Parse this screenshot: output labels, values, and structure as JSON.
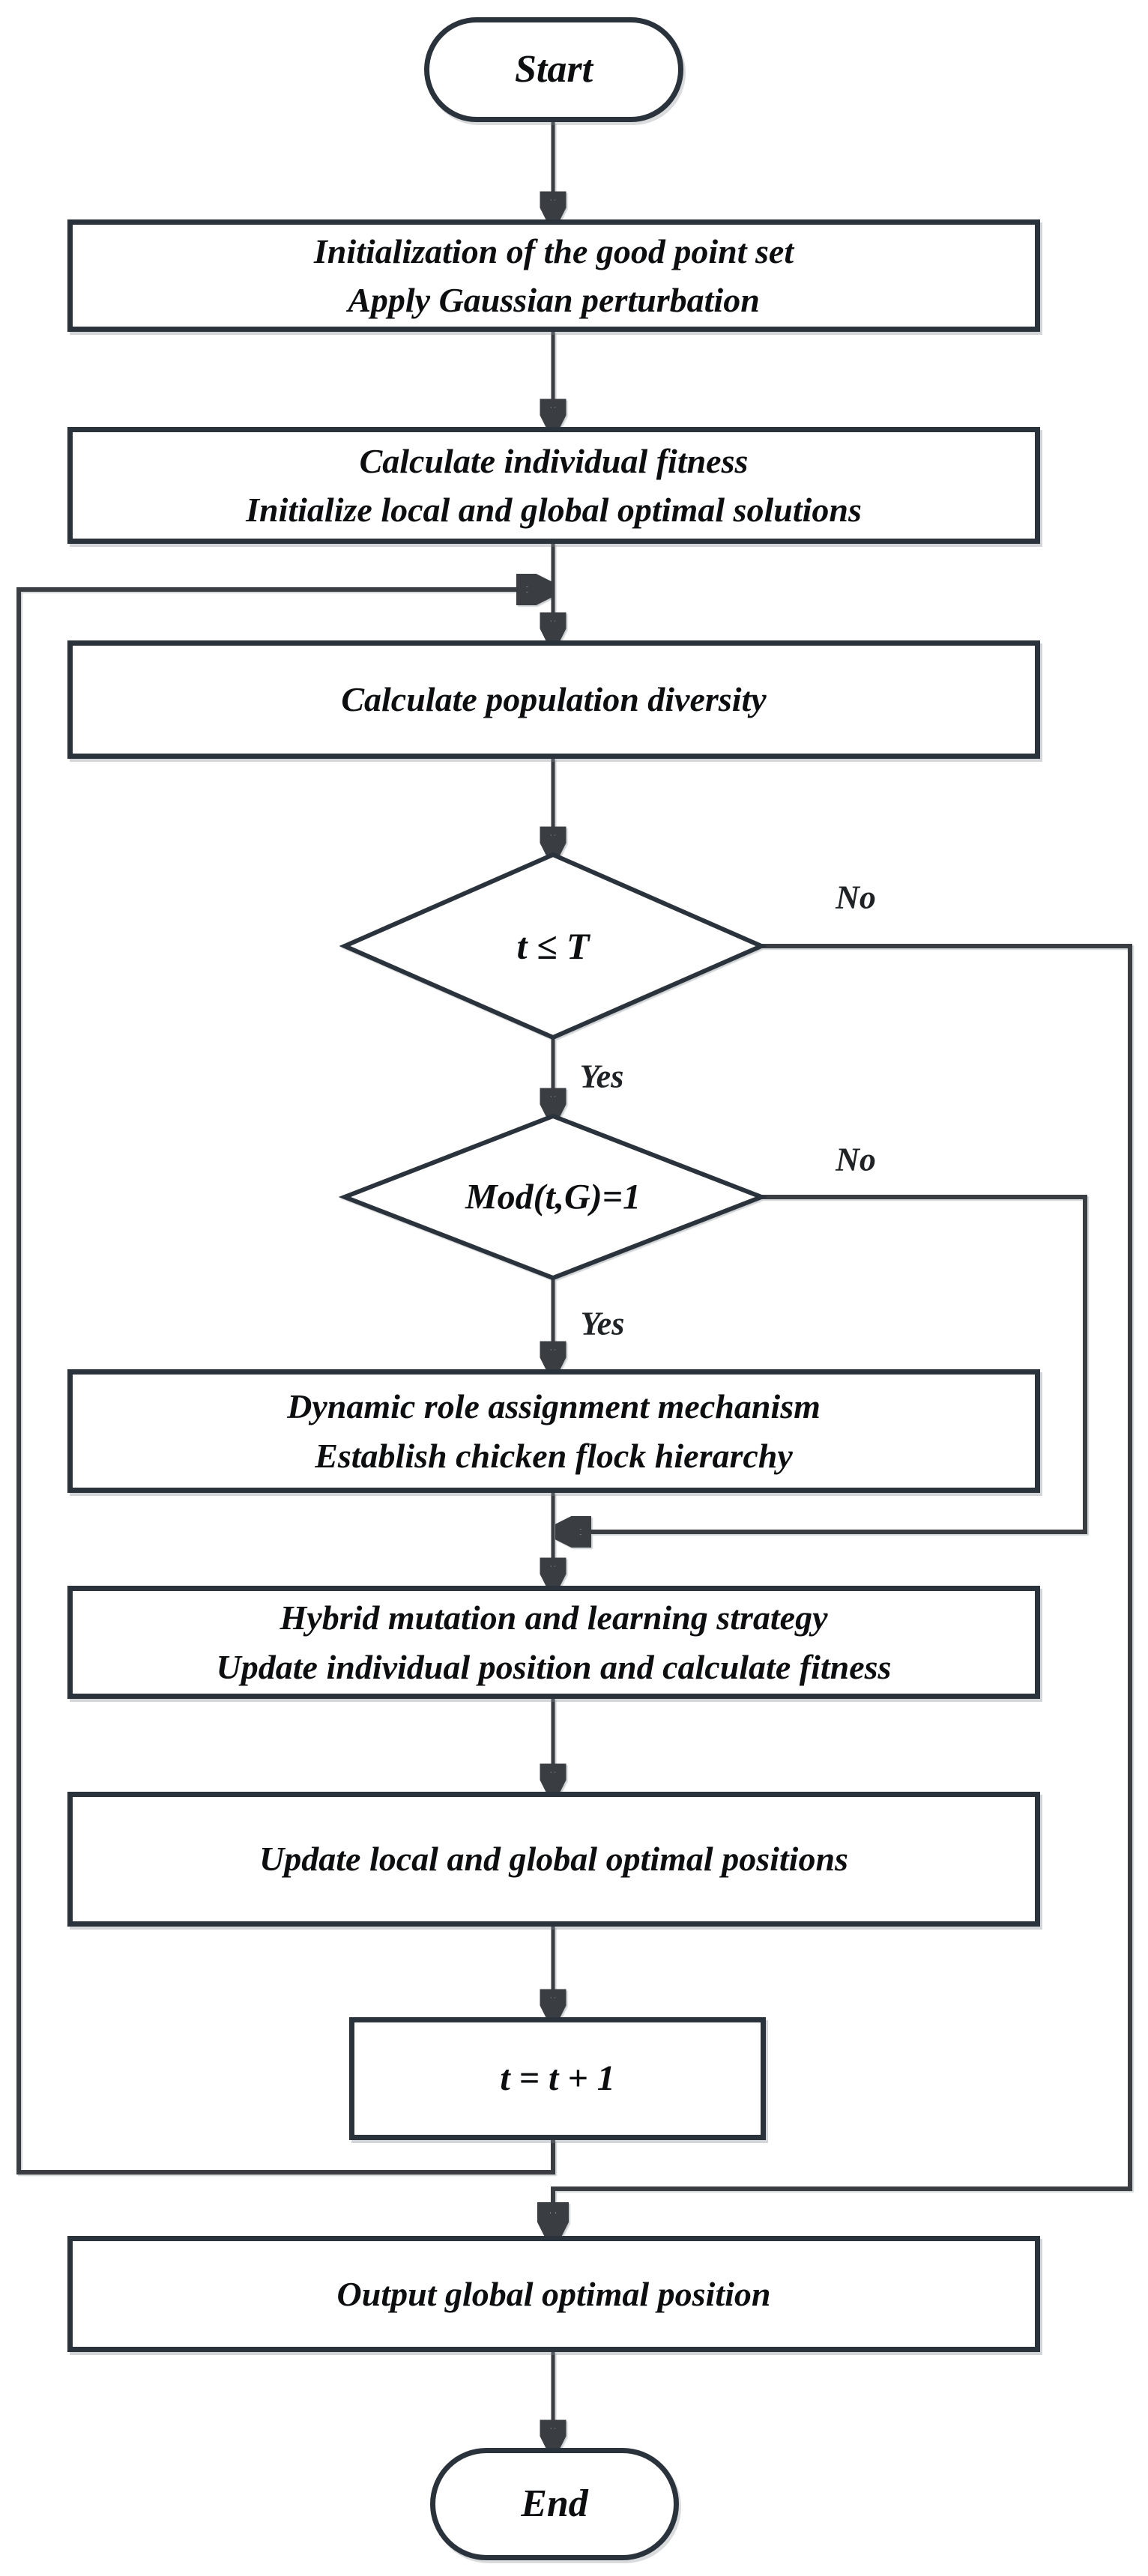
{
  "palette": {
    "shape_border": "#2a323b",
    "connector": "#3a3e42",
    "text": "#0c0e10",
    "background": "#ffffff"
  },
  "nodes": {
    "start": {
      "label": "Start"
    },
    "init": {
      "lines": [
        "Initialization of the good point set",
        "Apply Gaussian perturbation"
      ]
    },
    "fitness": {
      "lines": [
        "Calculate individual fitness",
        "Initialize local and global optimal solutions"
      ]
    },
    "diversity": {
      "lines": [
        "Calculate population diversity"
      ]
    },
    "decision_iteration": {
      "label": "t ≤ T"
    },
    "decision_mod": {
      "label": "Mod(t,G)=1"
    },
    "role": {
      "lines": [
        "Dynamic role assignment mechanism",
        "Establish chicken flock hierarchy"
      ]
    },
    "hybrid": {
      "lines": [
        "Hybrid mutation and learning strategy",
        "Update individual position and calculate fitness"
      ]
    },
    "update": {
      "lines": [
        "Update local and global optimal positions"
      ]
    },
    "increment": {
      "label": "t = t + 1"
    },
    "output": {
      "lines": [
        "Output global optimal position"
      ]
    },
    "end": {
      "label": "End"
    }
  },
  "edge_labels": {
    "iteration_yes": "Yes",
    "iteration_no": "No",
    "mod_yes": "Yes",
    "mod_no": "No"
  }
}
